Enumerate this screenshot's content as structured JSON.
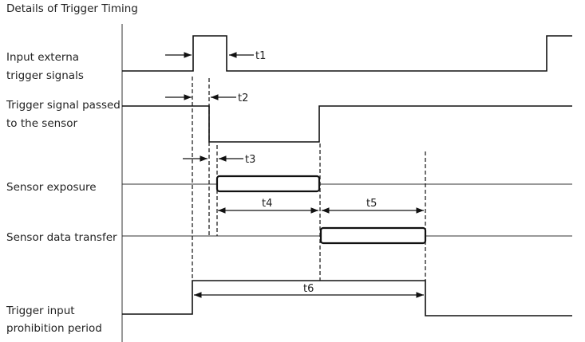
{
  "title": "Details of Trigger Timing",
  "signals": [
    {
      "id": "input",
      "label_lines": [
        "Input externa",
        "trigger signals"
      ]
    },
    {
      "id": "passed",
      "label_lines": [
        "Trigger signal passed",
        "to the sensor"
      ]
    },
    {
      "id": "exposure",
      "label_lines": [
        "Sensor exposure"
      ]
    },
    {
      "id": "transfer",
      "label_lines": [
        "Sensor data transfer"
      ]
    },
    {
      "id": "prohibit",
      "label_lines": [
        "Trigger input",
        "prohibition period"
      ]
    }
  ],
  "timings": {
    "t1": "t1",
    "t2": "t2",
    "t3": "t3",
    "t4": "t4",
    "t5": "t5",
    "t6": "t6"
  }
}
